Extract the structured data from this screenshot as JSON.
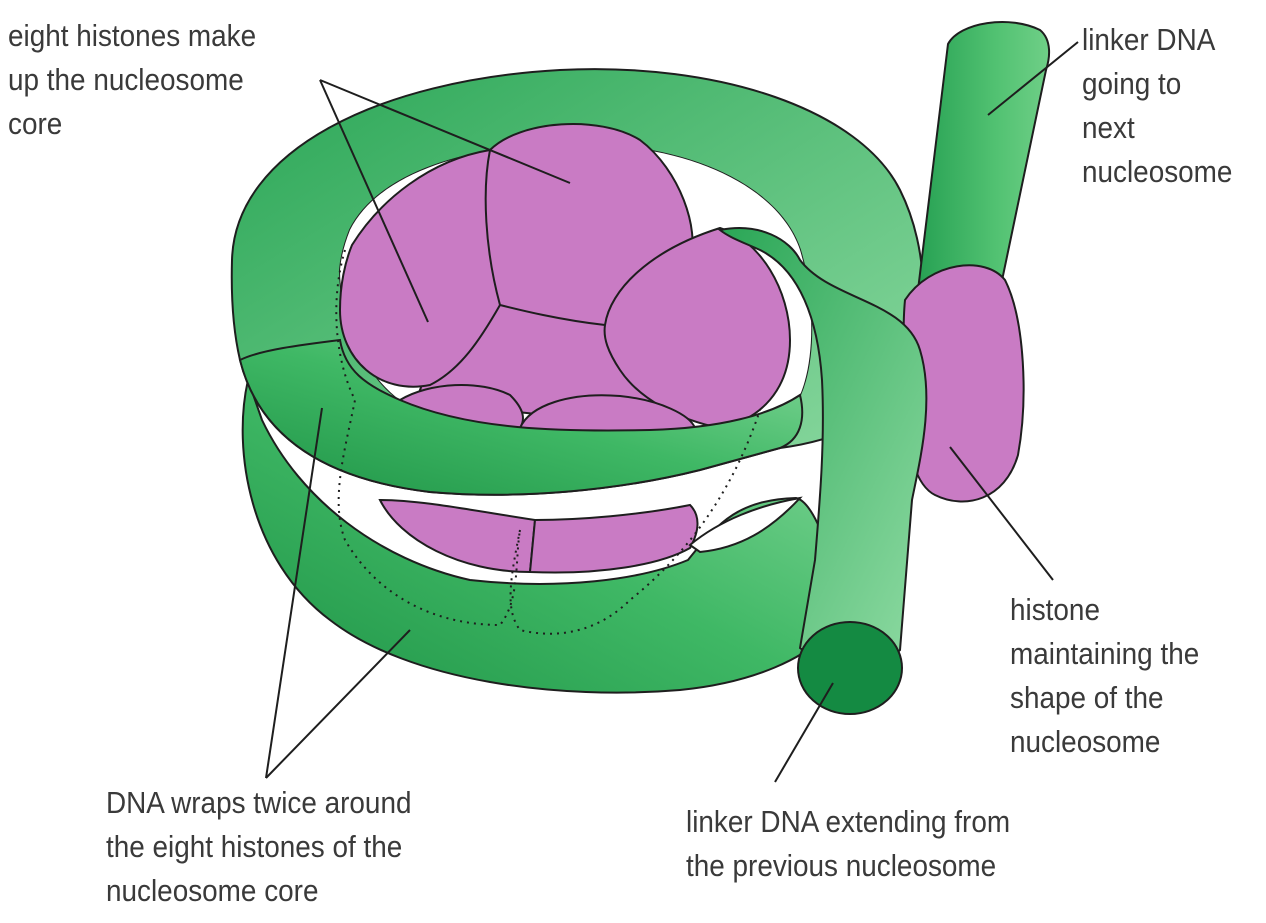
{
  "colors": {
    "dna_light": "#80d597",
    "dna_mid": "#4bbf6c",
    "dna_dark": "#1f9447",
    "dna_end": "#148a42",
    "histone": "#c97bc4",
    "outline": "#1e1e1e",
    "label_text": "#3a3a3a"
  },
  "labels": {
    "histones_core": [
      "eight histones make",
      "up the nucleosome",
      "core"
    ],
    "linker_next": [
      "linker DNA",
      "going to",
      "next",
      "nucleosome"
    ],
    "maintaining": [
      "histone",
      "maintaining the",
      "shape of the",
      "nucleosome"
    ],
    "wraps": [
      "DNA wraps twice around",
      "the eight histones of the",
      "nucleosome core"
    ],
    "linker_prev": [
      "linker DNA extending from",
      "the previous nucleosome"
    ]
  }
}
